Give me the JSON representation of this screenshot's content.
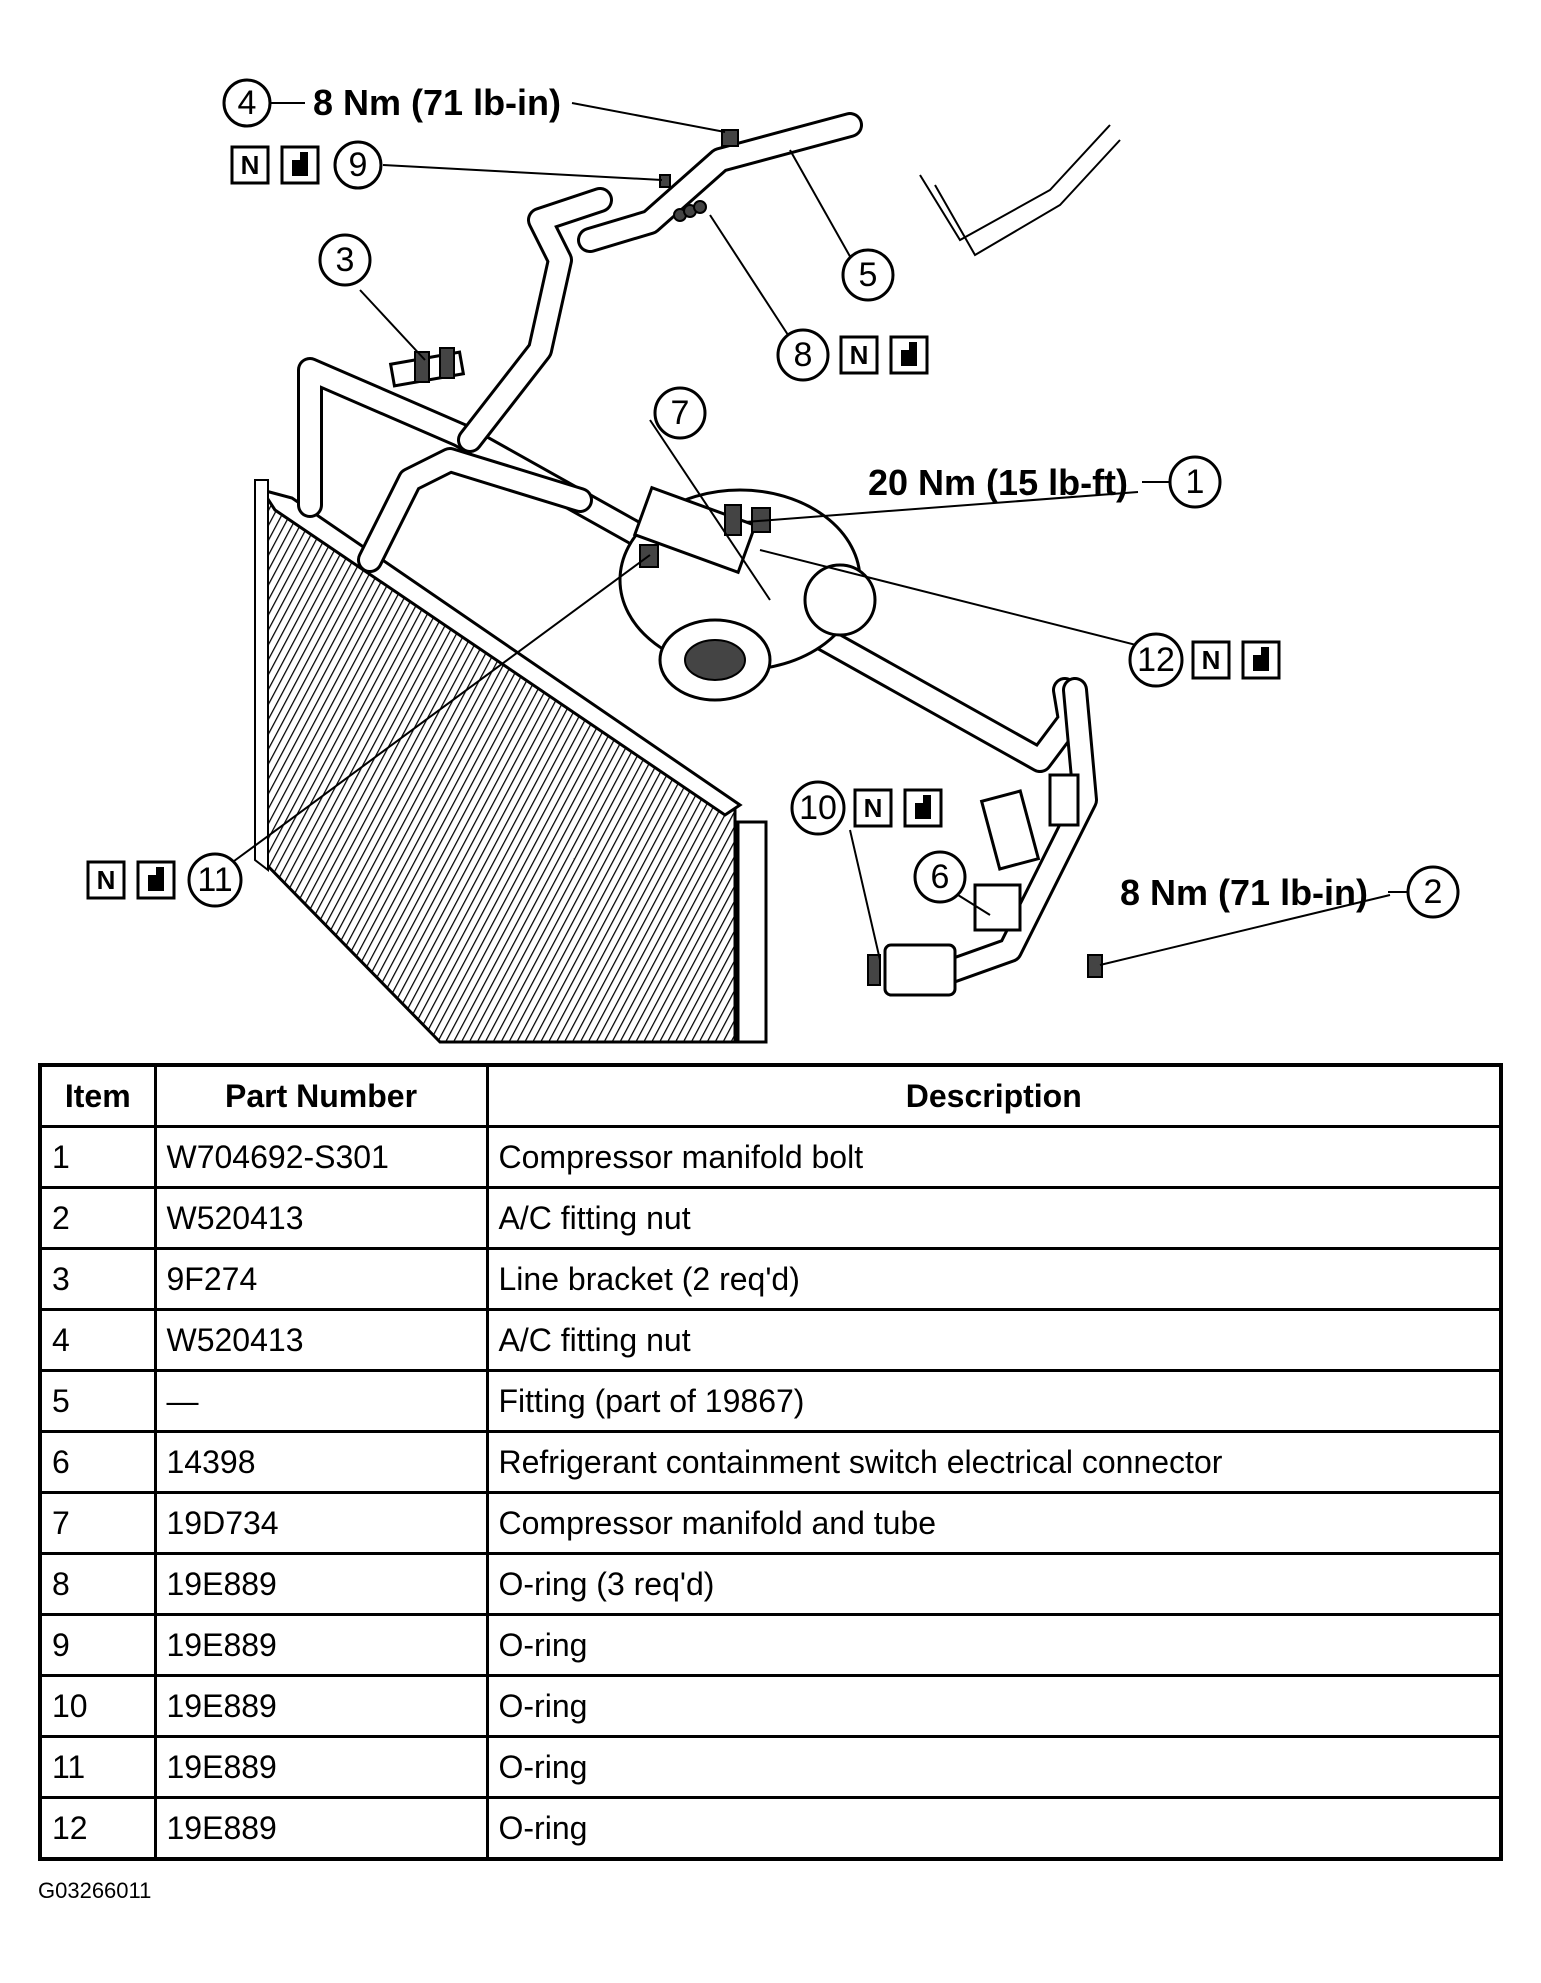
{
  "callouts": {
    "c1": {
      "number": "1",
      "torque": "20 Nm (15 lb-ft)"
    },
    "c2": {
      "number": "2",
      "torque": "8 Nm (71 lb-in)"
    },
    "c3": {
      "number": "3"
    },
    "c4": {
      "number": "4",
      "torque": "8 Nm (71 lb-in)"
    },
    "c5": {
      "number": "5"
    },
    "c6": {
      "number": "6"
    },
    "c7": {
      "number": "7"
    },
    "c8": {
      "number": "8"
    },
    "c9": {
      "number": "9"
    },
    "c10": {
      "number": "10"
    },
    "c11": {
      "number": "11"
    },
    "c12": {
      "number": "12"
    }
  },
  "icons": {
    "new_part_letter": "N",
    "new_part_icon": "new-part-icon",
    "lubricate_icon": "lubricate-icon"
  },
  "table": {
    "headers": {
      "item": "Item",
      "part_number": "Part Number",
      "description": "Description"
    },
    "rows": [
      {
        "item": "1",
        "part_number": "W704692-S301",
        "description": "Compressor manifold bolt"
      },
      {
        "item": "2",
        "part_number": "W520413",
        "description": "A/C fitting nut"
      },
      {
        "item": "3",
        "part_number": "9F274",
        "description": "Line bracket (2 req'd)"
      },
      {
        "item": "4",
        "part_number": "W520413",
        "description": "A/C fitting nut"
      },
      {
        "item": "5",
        "part_number": "—",
        "description": "Fitting (part of 19867)"
      },
      {
        "item": "6",
        "part_number": "14398",
        "description": "Refrigerant containment switch electrical connector"
      },
      {
        "item": "7",
        "part_number": "19D734",
        "description": "Compressor manifold and tube"
      },
      {
        "item": "8",
        "part_number": "19E889",
        "description": "O-ring (3 req'd)"
      },
      {
        "item": "9",
        "part_number": "19E889",
        "description": "O-ring"
      },
      {
        "item": "10",
        "part_number": "19E889",
        "description": "O-ring"
      },
      {
        "item": "11",
        "part_number": "19E889",
        "description": "O-ring"
      },
      {
        "item": "12",
        "part_number": "19E889",
        "description": "O-ring"
      }
    ]
  },
  "figure_id": "G03266011"
}
